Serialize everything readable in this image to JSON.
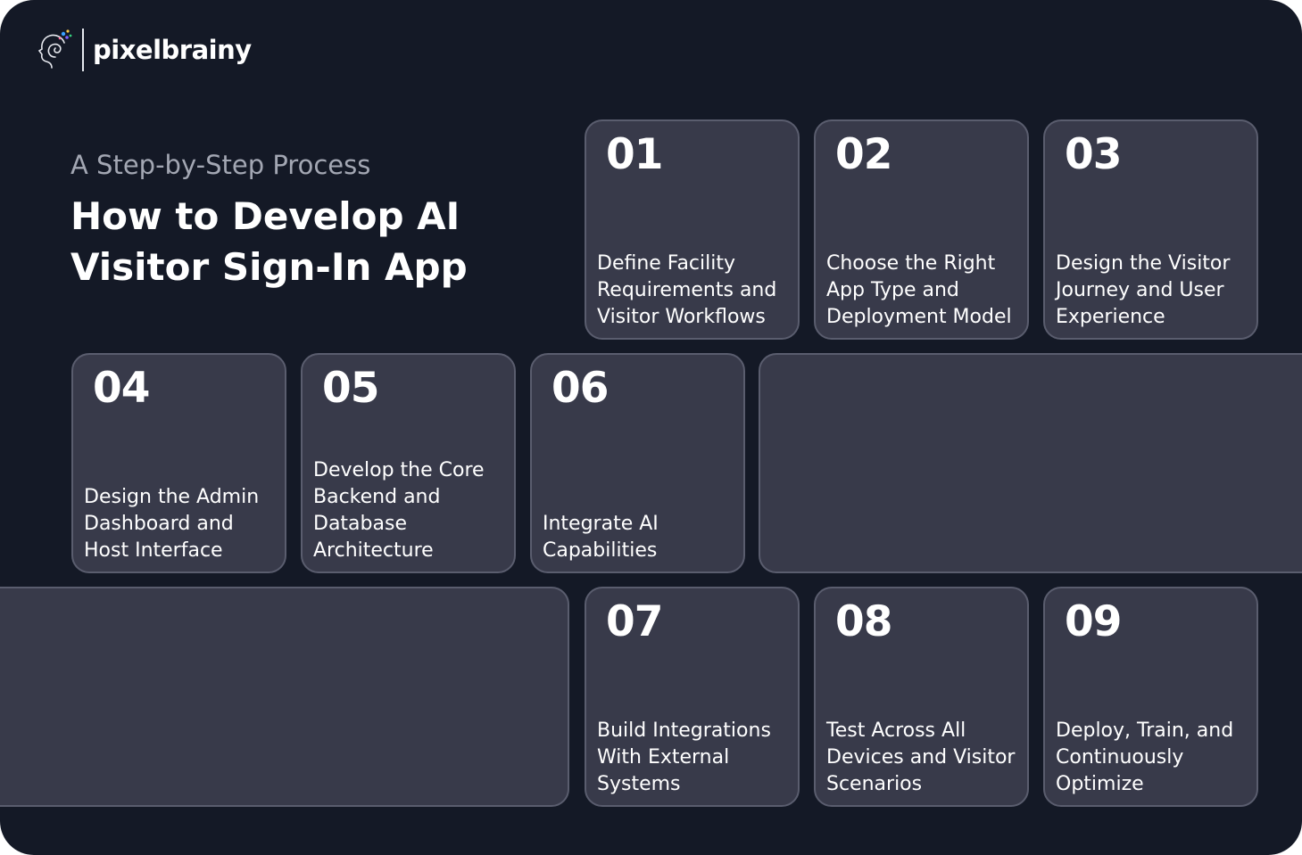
{
  "brand": {
    "name": "pixelbrainy",
    "icon": "brain-head-icon"
  },
  "header": {
    "subtitle": "A Step-by-Step Process",
    "title": "How to Develop AI Visitor Sign-In App"
  },
  "steps": [
    {
      "number": "01",
      "text": "Define Facility Requirements and Visitor Workflows"
    },
    {
      "number": "02",
      "text": "Choose the Right App Type and Deployment Model"
    },
    {
      "number": "03",
      "text": "Design the Visitor Journey and User Experience"
    },
    {
      "number": "04",
      "text": "Design the Admin Dashboard and Host Interface"
    },
    {
      "number": "05",
      "text": "Develop the Core Backend and Database Architecture"
    },
    {
      "number": "06",
      "text": "Integrate AI Capabilities"
    },
    {
      "number": "07",
      "text": "Build Integrations With External Systems"
    },
    {
      "number": "08",
      "text": "Test Across All Devices and Visitor Scenarios"
    },
    {
      "number": "09",
      "text": "Deploy, Train, and Continuously Optimize"
    }
  ],
  "colors": {
    "background": "#141926",
    "card": "#383a4a",
    "card_border": "#5a5d6e",
    "subtitle": "#a3a7b3",
    "text": "#ffffff"
  }
}
